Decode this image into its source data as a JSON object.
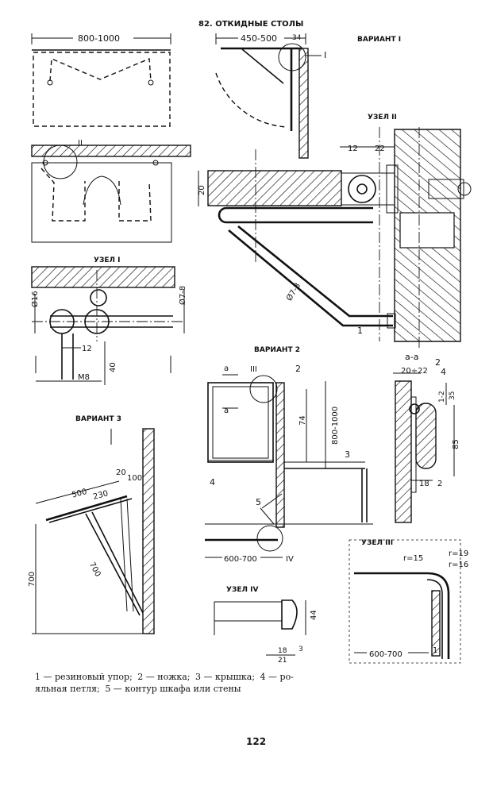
{
  "title": "82. ОТКИДНЫЕ СТОЛЫ",
  "variants": {
    "v1": "ВАРИАНТ I",
    "v2": "ВАРИАНТ 2",
    "v3": "ВАРИАНТ 3"
  },
  "nodes": {
    "n1": "УЗЕЛ I",
    "n2": "УЗЕЛ II",
    "n3": "УЗЕЛ III",
    "n4": "УЗЕЛ IV"
  },
  "markers": {
    "I": "I",
    "II": "II",
    "III": "III",
    "IV": "IV",
    "section_a": "a",
    "section_aa": "а-а"
  },
  "dimensions": {
    "d800_1000": "800-1000",
    "d450_500": "450-500",
    "d34": "34",
    "d20": "20",
    "d12a": "12",
    "d22": "22",
    "d7_8": "Ø7-8",
    "d16": "Ø16",
    "d7_8b": "Ø7-8",
    "d12b": "12",
    "dM8": "M8",
    "d40": "40",
    "d74": "74",
    "d800_1000b": "800-1000",
    "d20_22": "20÷22",
    "d1_2": "1-2",
    "d35": "35",
    "d85": "85",
    "d18": "18",
    "d2": "2",
    "d600_700": "600-700",
    "d600_700b": "600-700",
    "r15": "r=15",
    "r19": "r=19",
    "r16": "r=16",
    "d44": "44",
    "d18b": "18",
    "d3": "3",
    "d21": "21",
    "d500": "500",
    "d230": "230",
    "d20b": "20",
    "d100": "100",
    "d700": "700",
    "d700b": "700"
  },
  "callouts": {
    "c1": "1",
    "c2": "2",
    "c3": "3",
    "c4": "4",
    "c5": "5"
  },
  "caption": {
    "items": [
      "1 — резиновый упор;",
      "2 — ножка;",
      "3 — крышка;",
      "4 — ро-",
      "яльная петля;",
      "5 — контур шкафа или стены"
    ]
  },
  "page_number": "122"
}
